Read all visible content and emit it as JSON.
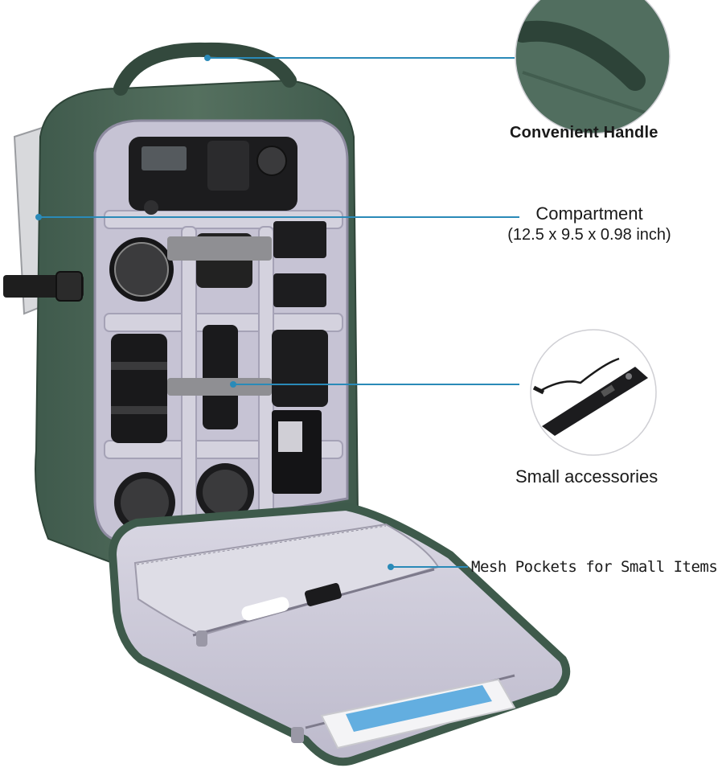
{
  "callouts": {
    "handle": "Convenient Handle",
    "compartment": "Compartment",
    "compartment_size": "(12.5 x 9.5 x 0.98 inch)",
    "accessories": "Small accessories",
    "mesh": "Mesh Pockets for Small Items"
  },
  "colors": {
    "bag": "#4f6b5d",
    "bag_dark": "#3b5447",
    "lining": "#c9c6d6",
    "leader_line": "#2a8ab8"
  },
  "icons": [
    "handle-detail-inset",
    "remote-shutter-inset"
  ]
}
